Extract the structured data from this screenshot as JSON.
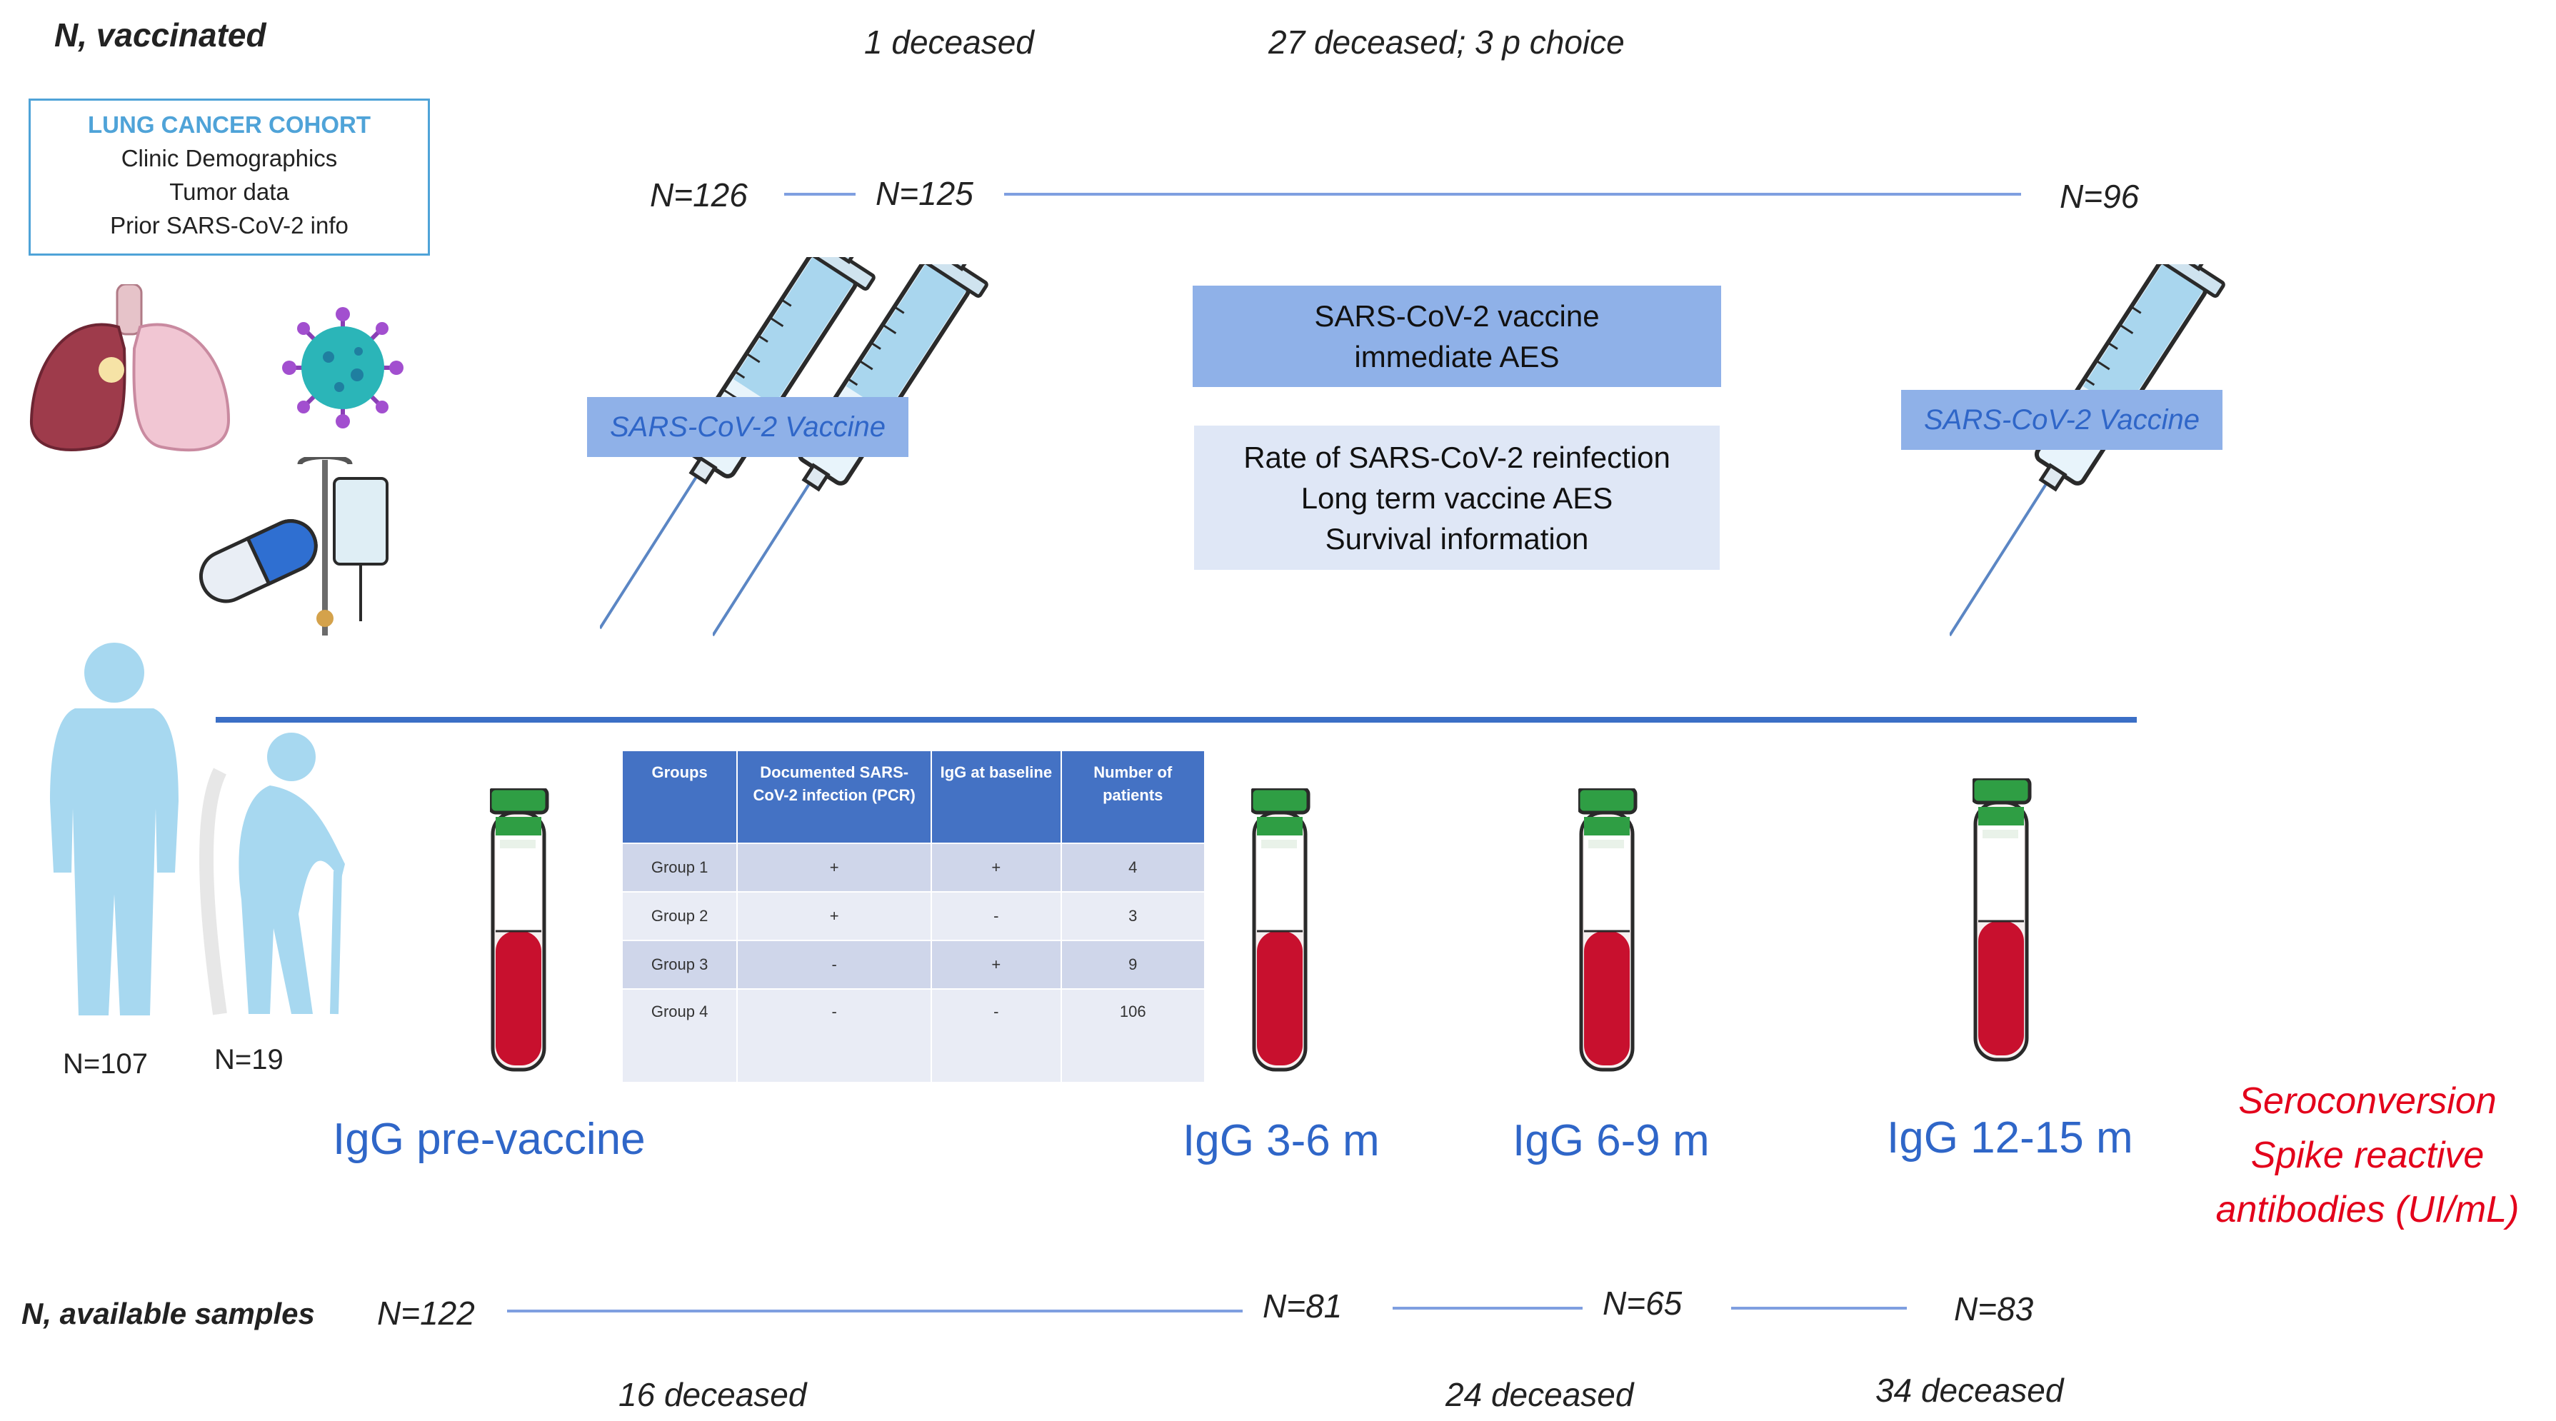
{
  "top": {
    "n_vaccinated_label": "N, vaccinated",
    "deceased_1": "1 deceased",
    "deceased_2": "27 deceased; 3 p choice",
    "n1": "N=126",
    "n2": "N=125",
    "n3": "N=96"
  },
  "cohort_box": {
    "title": "LUNG CANCER COHORT",
    "line1": "Clinic Demographics",
    "line2": "Tumor data",
    "line3": "Prior SARS-CoV-2 info"
  },
  "vaccine_label_1": "SARS-CoV-2 Vaccine",
  "vaccine_label_2": "SARS-CoV-2 Vaccine",
  "panel_aes": {
    "line1": "SARS-CoV-2 vaccine",
    "line2": "immediate AES"
  },
  "panel_followup": {
    "line1": "Rate of SARS-CoV-2 reinfection",
    "line2": "Long term vaccine AES",
    "line3": "Survival information"
  },
  "population": {
    "n_a": "N=107",
    "n_b": "N=19"
  },
  "groups_table": {
    "headers": [
      "Groups",
      "Documented SARS-CoV-2 infection (PCR)",
      "IgG at baseline",
      "Number of patients"
    ],
    "rows": [
      [
        "Group 1",
        "+",
        "+",
        "4"
      ],
      [
        "Group 2",
        "+",
        "-",
        "3"
      ],
      [
        "Group 3",
        "-",
        "+",
        "9"
      ],
      [
        "Group 4",
        "-",
        "-",
        "106"
      ]
    ]
  },
  "timepoints": {
    "t0": "IgG pre-vaccine",
    "t1": "IgG 3-6 m",
    "t2": "IgG 6-9 m",
    "t3": "IgG 12-15 m"
  },
  "seroconversion": {
    "line1": "Seroconversion",
    "line2": "Spike reactive",
    "line3": "antibodies (UI/mL)"
  },
  "bottom": {
    "n_samples_label": "N, available samples",
    "n1": "N=122",
    "n2": "N=81",
    "n3": "N=65",
    "n4": "N=83",
    "deceased_1": "16 deceased",
    "deceased_2": "24 deceased",
    "deceased_3": "34 deceased"
  },
  "colors": {
    "timeline_blue": "#3b6fc6",
    "thin_line": "#7f9fe0",
    "label_blue": "#2f66c8",
    "seroconversion_red": "#e3001b",
    "panel_dark": "#8fb1e8",
    "panel_light": "#dfe7f6",
    "table_header": "#4472c4"
  }
}
